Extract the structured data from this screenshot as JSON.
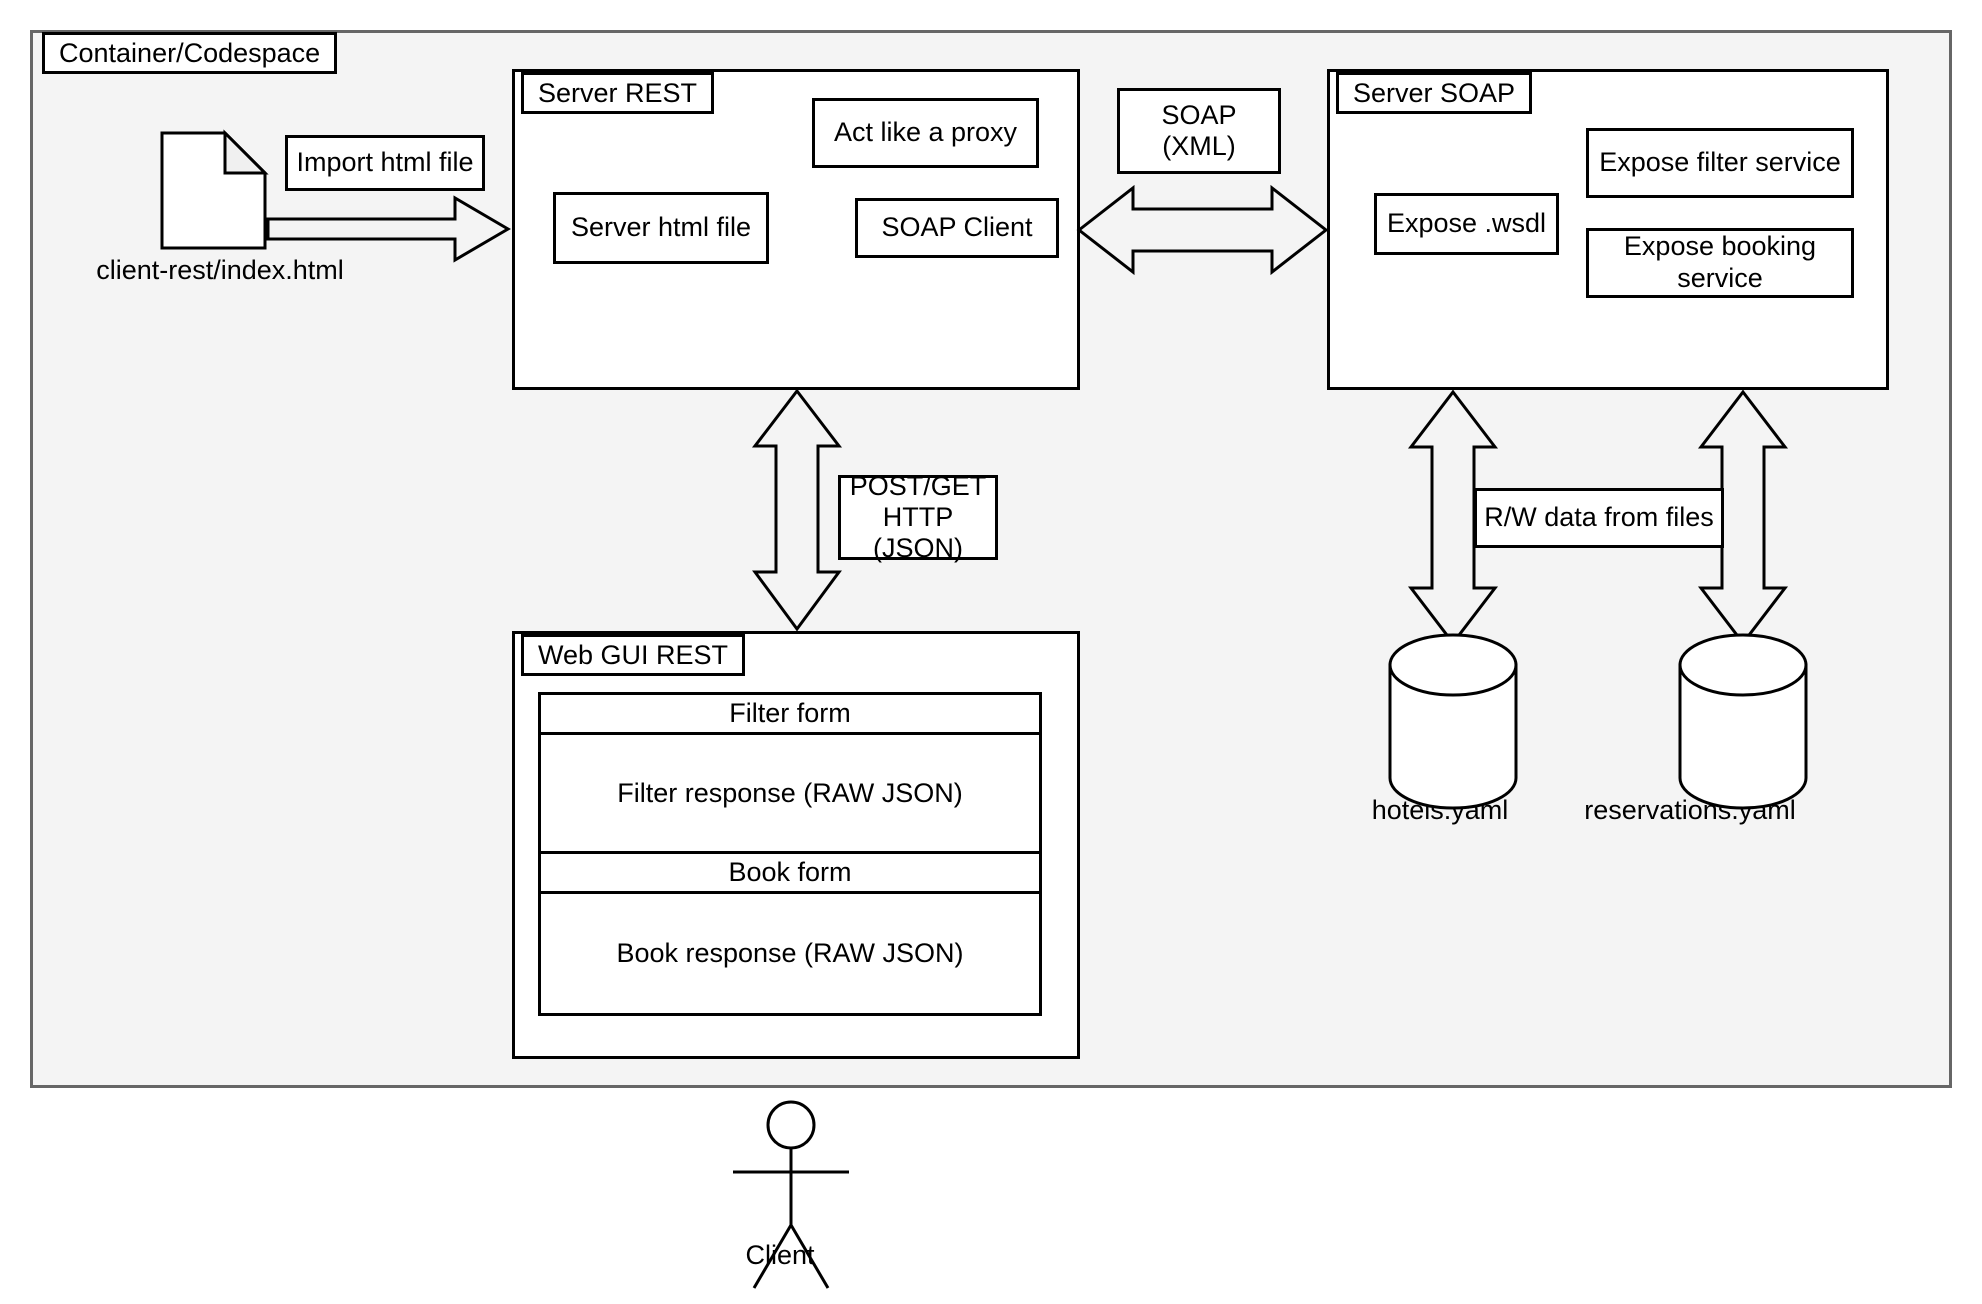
{
  "diagram": {
    "title": "Container/Codespace",
    "style": {
      "container_fill": "#f4f4f4",
      "container_border": "#666666",
      "panel_fill": "#ffffff",
      "stroke": "#000000",
      "page_background": "#ffffff"
    }
  },
  "container": {
    "label": "Container/Codespace"
  },
  "client_file": {
    "icon": "document-icon",
    "caption": "client-rest/index.html"
  },
  "import_arrow": {
    "label": "Import html file",
    "direction": "right"
  },
  "server_rest": {
    "title": "Server REST",
    "items": [
      {
        "label": "Act like a proxy"
      },
      {
        "label": "Server html file"
      },
      {
        "label": "SOAP Client"
      }
    ]
  },
  "soap_link": {
    "label_line1": "SOAP",
    "label_line2": "(XML)",
    "direction": "bidirectional-horizontal"
  },
  "server_soap": {
    "title": "Server SOAP",
    "items": [
      {
        "label": "Expose .wsdl"
      },
      {
        "label": "Expose filter service"
      },
      {
        "label": "Expose booking service"
      }
    ]
  },
  "http_link": {
    "label_line1": "POST/GET",
    "label_line2": "HTTP",
    "label_line3": "(JSON)",
    "direction": "bidirectional-vertical"
  },
  "web_gui": {
    "title": "Web GUI REST",
    "rows": [
      {
        "label": "Filter form"
      },
      {
        "label": "Filter response (RAW JSON)"
      },
      {
        "label": "Book form"
      },
      {
        "label": "Book response (RAW JSON)"
      }
    ]
  },
  "storage_link": {
    "label": "R/W data from files",
    "direction": "bidirectional-vertical"
  },
  "datastores": [
    {
      "icon": "database-cylinder-icon",
      "label": "hotels.yaml"
    },
    {
      "icon": "database-cylinder-icon",
      "label": "reservations.yaml"
    }
  ],
  "actor": {
    "icon": "stick-figure-icon",
    "label": "Client"
  }
}
